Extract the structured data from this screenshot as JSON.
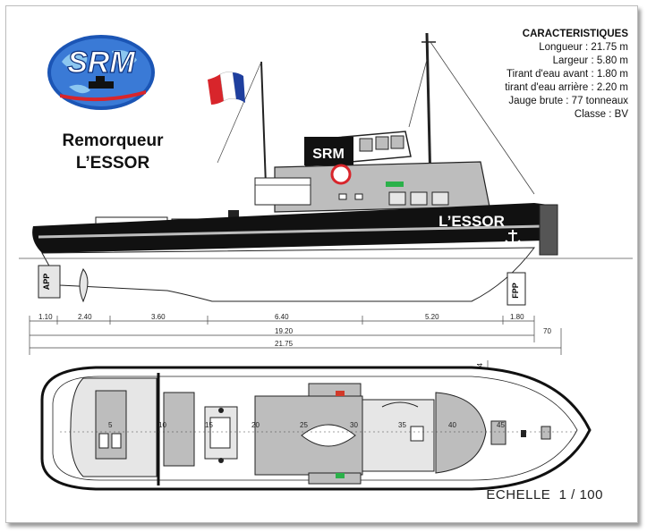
{
  "logo": {
    "text": "SRM"
  },
  "title": {
    "line1": "Remorqueur",
    "line2": "L’ESSOR"
  },
  "specs": {
    "heading": "CARACTERISTIQUES",
    "lines": [
      "Longueur : 21.75 m",
      "Largeur : 5.80 m",
      "Tirant d'eau avant : 1.80 m",
      "tirant d'eau arrière : 2.20 m",
      "Jauge brute : 77 tonneaux",
      "Classe : BV"
    ]
  },
  "hull": {
    "name": "L’ESSOR",
    "wheelhouse_mark": "SRM",
    "aft_mark": "APP",
    "fwd_mark": "FPP"
  },
  "dimensions": {
    "segments": [
      "1.10",
      "2.40",
      "3.60",
      "6.40",
      "5.20",
      "1.80"
    ],
    "between": "19.20",
    "overall": "21.75",
    "overhang": "70",
    "beam": "44"
  },
  "frames": [
    "5",
    "10",
    "15",
    "20",
    "25",
    "30",
    "35",
    "40",
    "45"
  ],
  "scale": "ECHELLE  1 / 100",
  "colors": {
    "hull": "#111111",
    "superstructure": "#bdbdbd",
    "light_grey": "#e6e6e6",
    "flag_blue": "#1f3f9e",
    "flag_red": "#d8252b",
    "port_light": "#d23a2a",
    "starboard_light": "#2bb14a"
  }
}
